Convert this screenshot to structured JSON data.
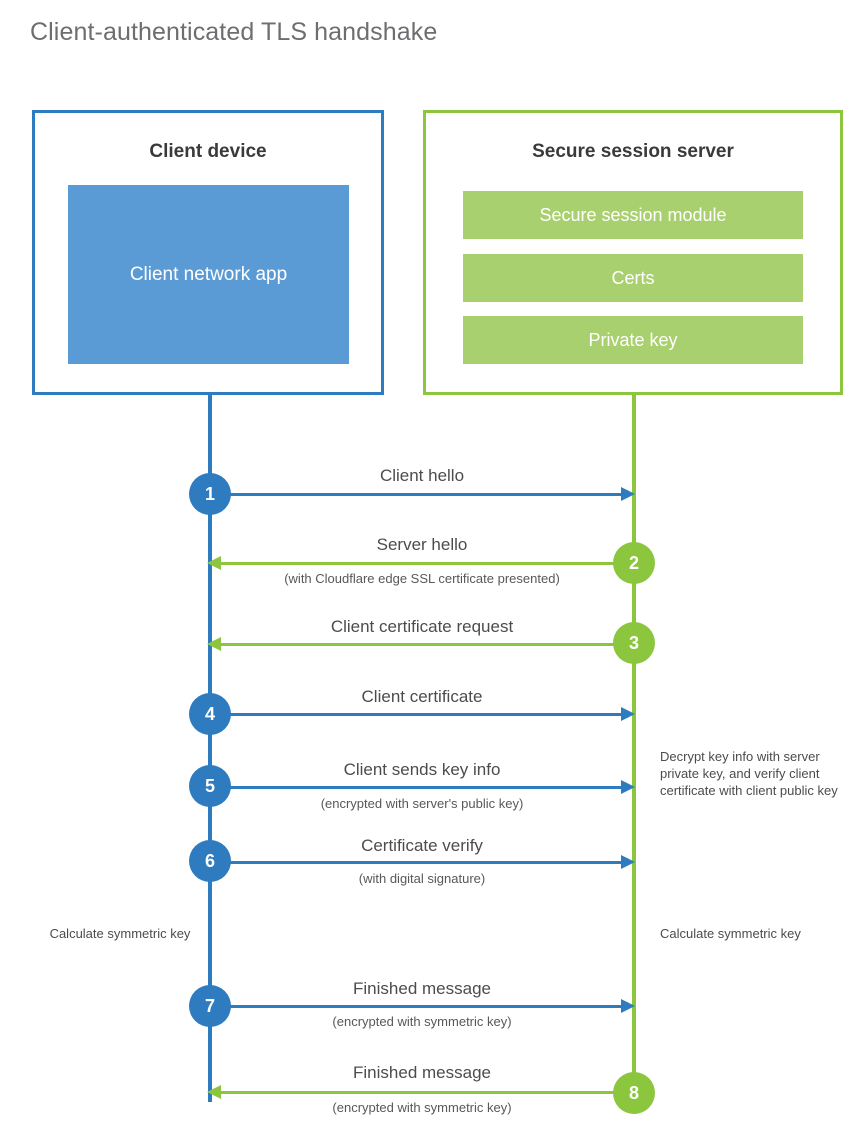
{
  "title": "Client-authenticated TLS handshake",
  "colors": {
    "client_border": "#2C7CBF",
    "client_module_fill": "#5B9BD5",
    "server_border": "#8CC63F",
    "server_bar_fill": "#A9D06E",
    "client_line": "#2C7CBF",
    "server_line": "#8CC63F",
    "text": "#4c4c4e",
    "title_text": "#6d6e71"
  },
  "client": {
    "title": "Client device",
    "module_label": "Client network app"
  },
  "server": {
    "title": "Secure session server",
    "bars": [
      {
        "label": "Secure session module"
      },
      {
        "label": "Certs"
      },
      {
        "label": "Private key"
      }
    ]
  },
  "steps": [
    {
      "number": "1",
      "direction": "client-to-server",
      "label": "Client hello",
      "sublabel": ""
    },
    {
      "number": "2",
      "direction": "server-to-client",
      "label": "Server hello",
      "sublabel": "(with Cloudflare edge SSL certificate presented)"
    },
    {
      "number": "3",
      "direction": "server-to-client",
      "label": "Client certificate request",
      "sublabel": ""
    },
    {
      "number": "4",
      "direction": "client-to-server",
      "label": "Client certificate",
      "sublabel": ""
    },
    {
      "number": "5",
      "direction": "client-to-server",
      "label": "Client sends key info",
      "sublabel": "(encrypted with server's public key)"
    },
    {
      "number": "6",
      "direction": "client-to-server",
      "label": "Certificate verify",
      "sublabel": "(with digital signature)"
    },
    {
      "number": "7",
      "direction": "client-to-server",
      "label": "Finished message",
      "sublabel": "(encrypted with symmetric key)"
    },
    {
      "number": "8",
      "direction": "server-to-client",
      "label": "Finished message",
      "sublabel": "(encrypted with symmetric key)"
    }
  ],
  "annotations": {
    "server_decrypt": "Decrypt key info with server private key, and verify client certificate with client public key",
    "client_calculate": "Calculate symmetric key",
    "server_calculate": "Calculate symmetric key"
  }
}
